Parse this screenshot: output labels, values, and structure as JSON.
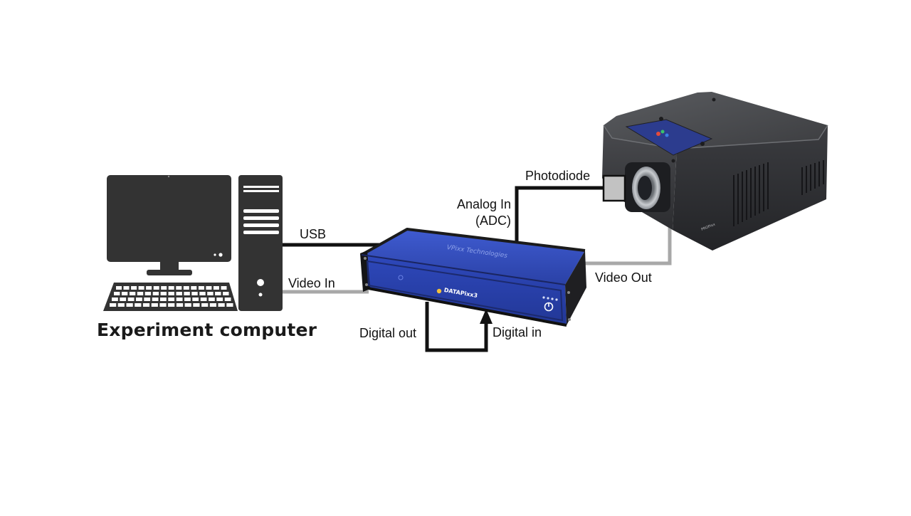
{
  "computer": {
    "caption": "Experiment computer"
  },
  "device": {
    "brand": "VPixx Technologies",
    "model": "DATAPixx3"
  },
  "projector": {
    "brand": "PROPixx"
  },
  "connections": {
    "usb": "USB",
    "video_in": "Video In",
    "video_out": "Video Out",
    "photodiode": "Photodiode",
    "analog_in_line1": "Analog In",
    "analog_in_line2": "(ADC)",
    "digital_out": "Digital out",
    "digital_in": "Digital in"
  },
  "colors": {
    "device_blue": "#2f49b8",
    "cable_black": "#111111",
    "cable_gray": "#a8a8a8",
    "computer_dark": "#333333",
    "projector_dark": "#3a3b3e"
  }
}
